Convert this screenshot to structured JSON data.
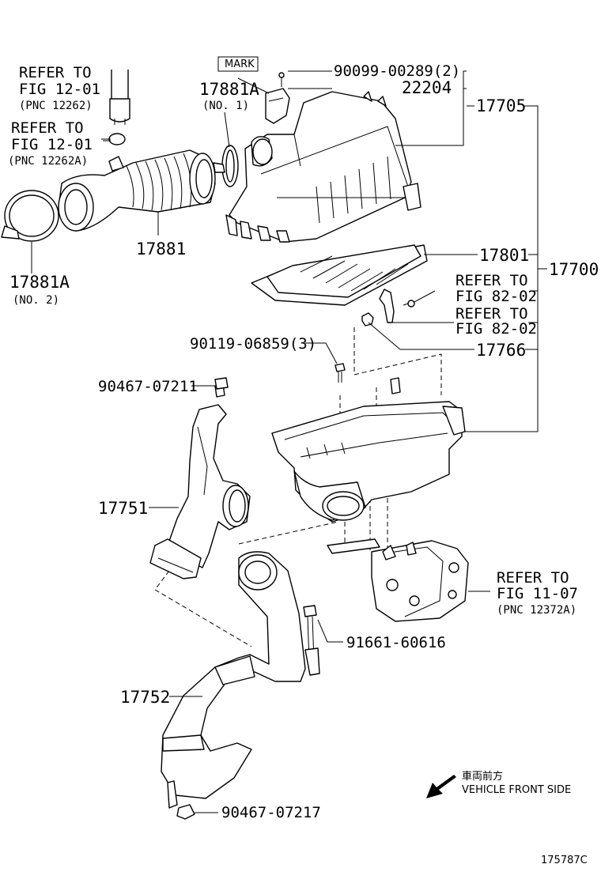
{
  "labels": {
    "ref_12_01_a": [
      "REFER TO",
      "FIG 12-01",
      "(PNC 12262)"
    ],
    "ref_12_01_b": [
      "REFER TO",
      "FIG 12-01",
      "(PNC 12262A)"
    ],
    "p17881A_no2": [
      "17881A",
      "(NO. 2)"
    ],
    "p17881": "17881",
    "mark": "MARK",
    "p17881A_no1": [
      "17881A",
      "(NO. 1)"
    ],
    "p90099": "90099-00289(2)",
    "p22204": "22204",
    "p17705": "17705",
    "p17801": "17801",
    "p17700": "17700",
    "ref_82_02_a": [
      "REFER TO",
      "FIG 82-02"
    ],
    "ref_82_02_b": [
      "REFER TO",
      "FIG 82-02"
    ],
    "p17766": "17766",
    "p90119": "90119-06859(3)",
    "p90467_07211": "90467-07211",
    "p17751": "17751",
    "ref_11_07": [
      "REFER TO",
      "FIG 11-07",
      "(PNC 12372A)"
    ],
    "p91661": "91661-60616",
    "p17752": "17752",
    "p90467_07217": "90467-07217",
    "front_jp": "車両前方",
    "front_en": "VEHICLE FRONT SIDE",
    "diagram_id": "175787C"
  },
  "arrow_icon": "front-direction-arrow-icon"
}
